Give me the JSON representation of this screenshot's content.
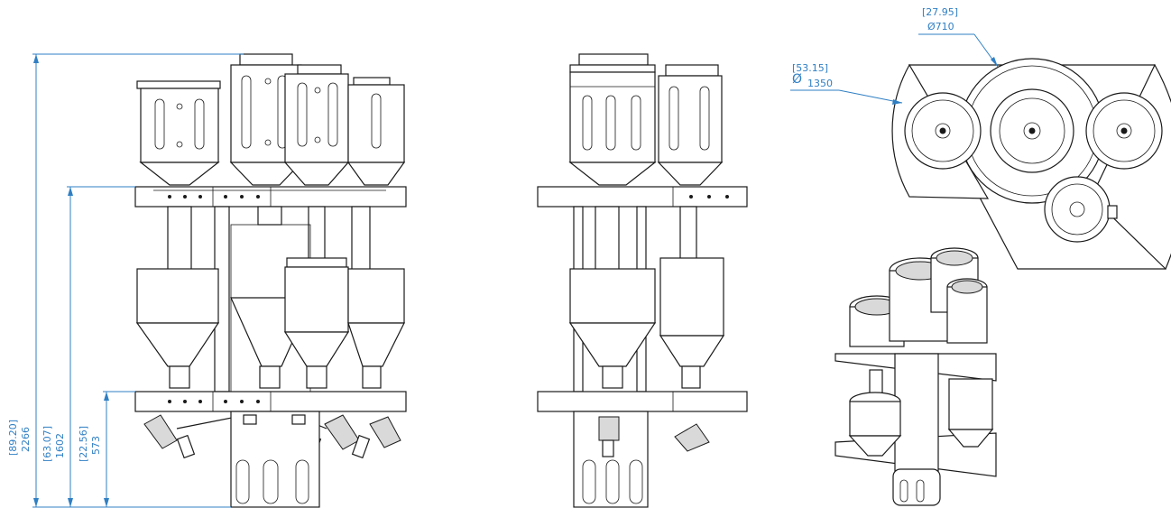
{
  "dimensions": {
    "total_height": {
      "inch": "[89.20]",
      "mm": "2266"
    },
    "upper_deck_height": {
      "inch": "[63.07]",
      "mm": "1602"
    },
    "lower_deck_height": {
      "inch": "[22.56]",
      "mm": "573"
    },
    "small_diameter": {
      "inch": "[27.95]",
      "mm": "Ø710"
    },
    "large_diameter": {
      "inch": "[53.15]",
      "symbol": "Ø",
      "mm": "1350"
    }
  },
  "colors": {
    "dimension": "#2f7fc4",
    "line": "#1a1a1a"
  }
}
